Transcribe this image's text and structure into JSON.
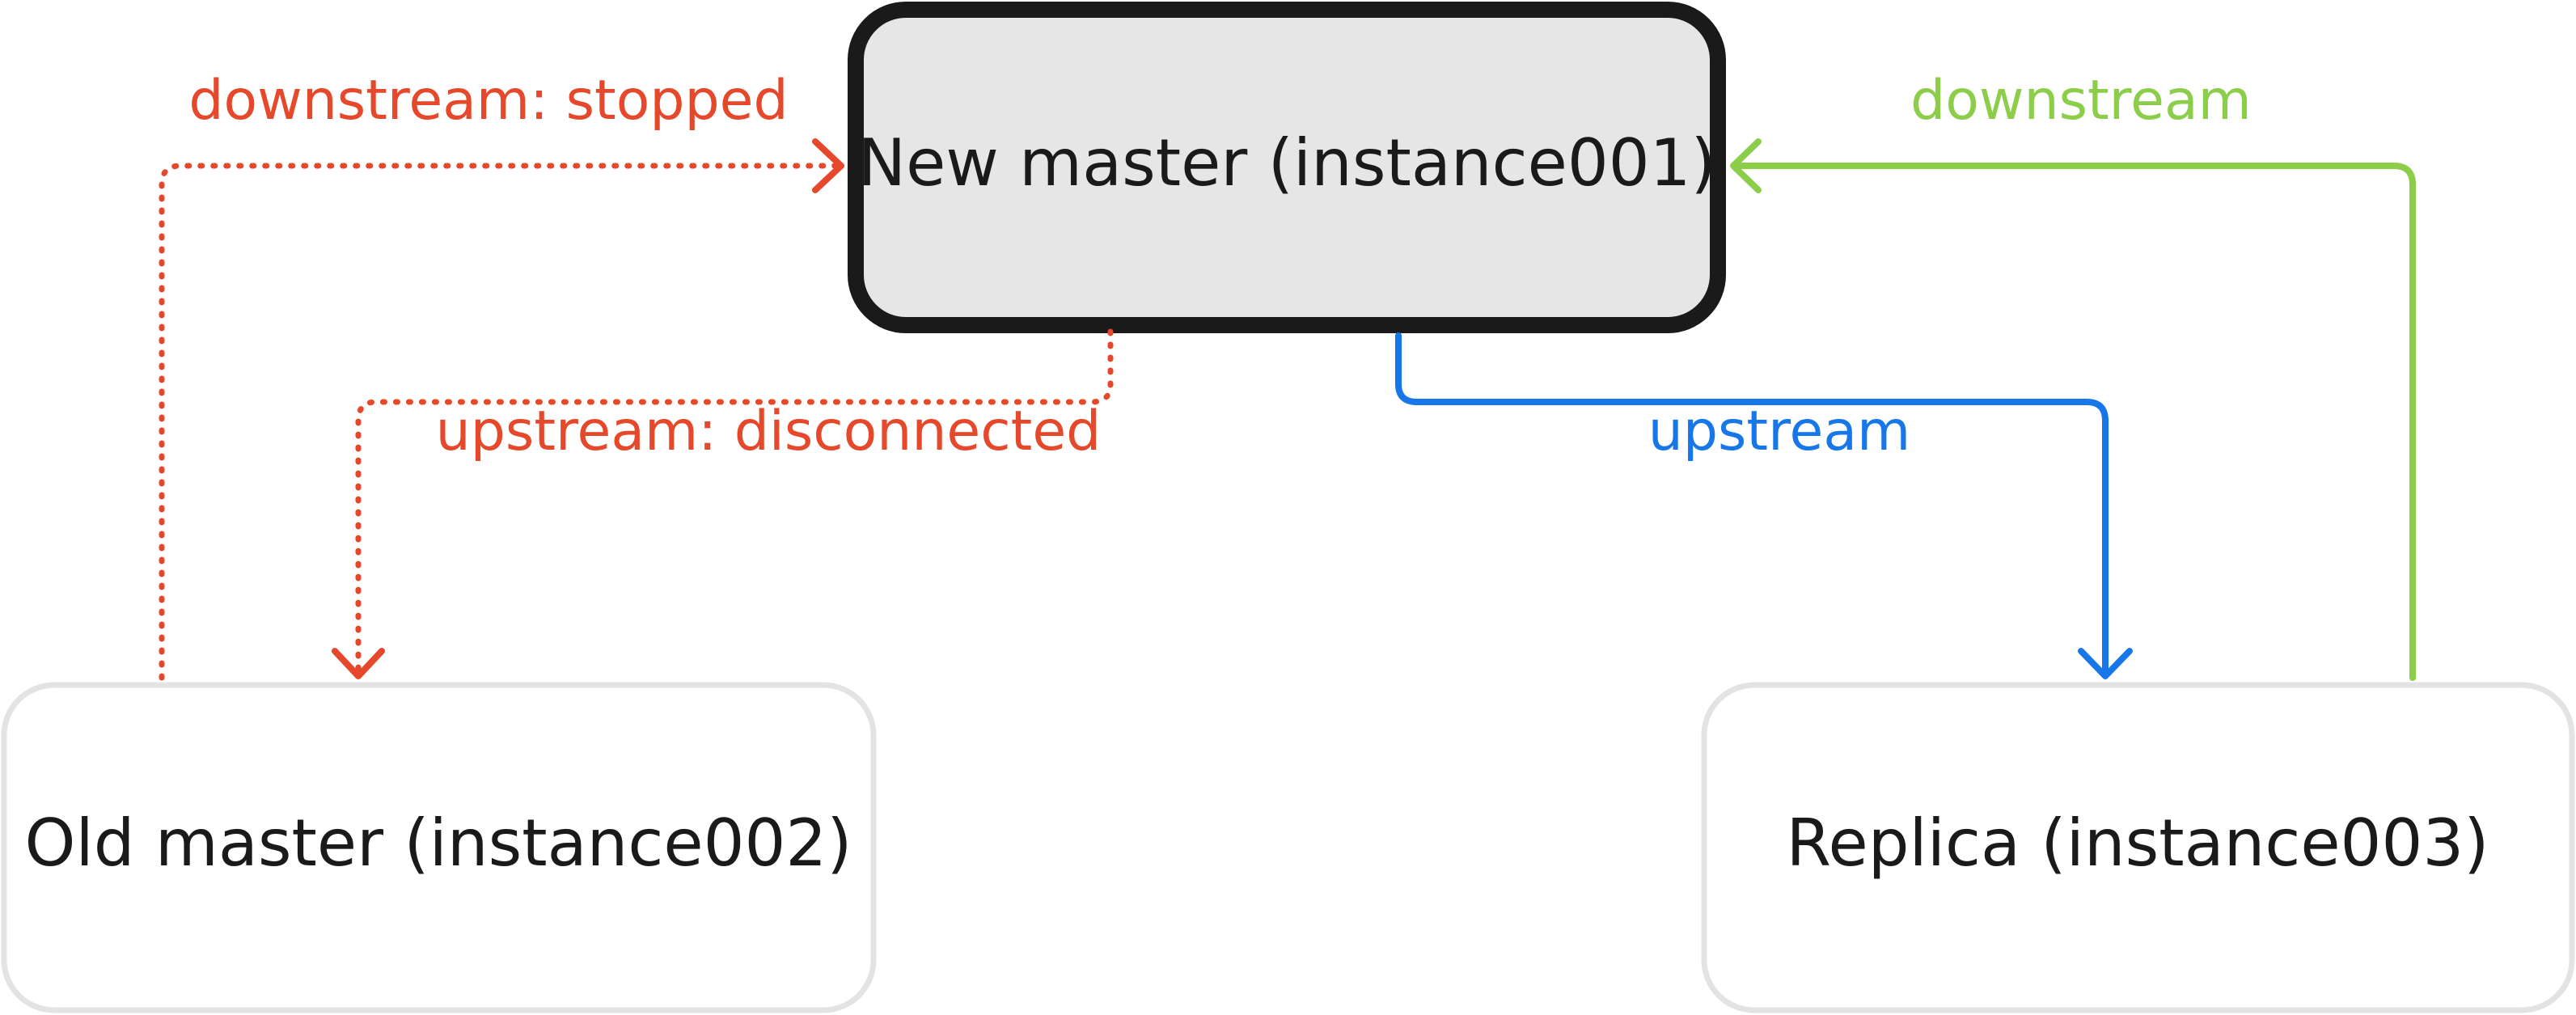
{
  "nodes": {
    "new_master": {
      "label": "New master (instance001)"
    },
    "old_master": {
      "label": "Old master (instance002)"
    },
    "replica": {
      "label": "Replica (instance003)"
    }
  },
  "edges": {
    "old_to_new": {
      "label": "downstream: stopped",
      "color": "#e5482a",
      "style": "dotted"
    },
    "new_to_old": {
      "label": "upstream: disconnected",
      "color": "#e5482a",
      "style": "dotted"
    },
    "new_to_replica": {
      "label": "upstream",
      "color": "#1877e8",
      "style": "solid"
    },
    "replica_to_new": {
      "label": "downstream",
      "color": "#8ccd4a",
      "style": "solid"
    }
  },
  "colors": {
    "active_node_fill": "#e6e6e6",
    "active_node_border": "#1a1a1a",
    "inactive_node_border": "#e3e3e3",
    "text": "#1a1a1a"
  }
}
